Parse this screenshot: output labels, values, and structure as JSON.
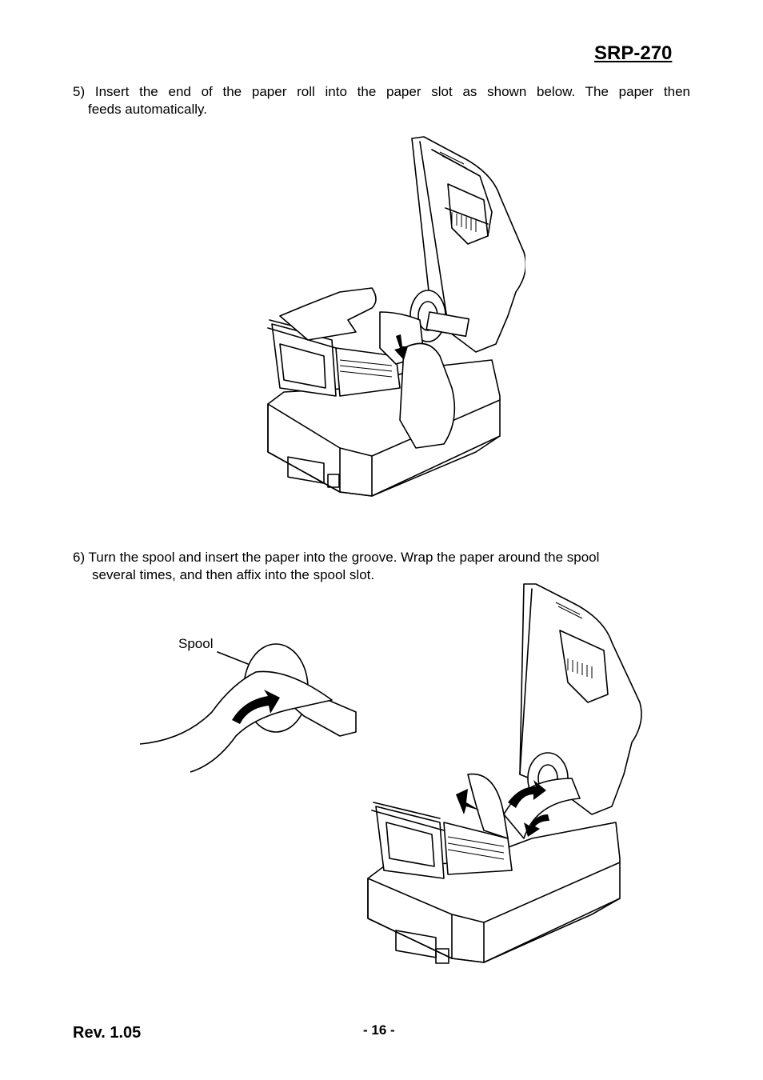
{
  "header": {
    "model": "SRP-270"
  },
  "steps": [
    {
      "line1": "5) Insert the end of the paper roll into the paper slot as shown below.   The paper then",
      "line2": "feeds automatically."
    },
    {
      "line1": "6) Turn the spool and insert the paper into the groove.    Wrap the paper around the spool",
      "line2": "several times, and then affix into the spool slot."
    }
  ],
  "figure2": {
    "spool_label": "Spool"
  },
  "footer": {
    "revision": "Rev. 1.05",
    "page_number": "- 16 -"
  }
}
